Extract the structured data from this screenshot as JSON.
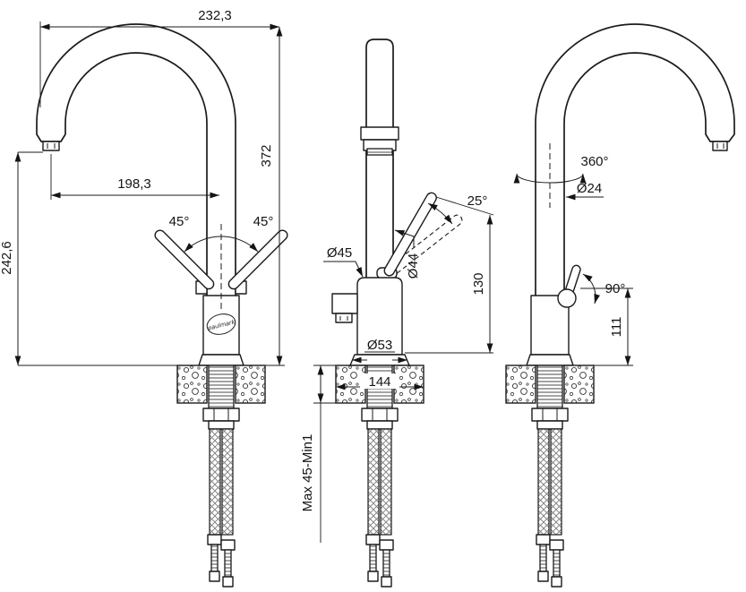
{
  "background": "#ffffff",
  "ink": "#1b1b1b",
  "brand": "paulmark",
  "dims": {
    "overall_depth": "232,3",
    "spout_reach": "198,3",
    "overall_height": "372",
    "spout_outlet_height": "242,6",
    "left_handle_angle": "45°",
    "right_handle_angle": "45°",
    "body_diameter": "Ø45",
    "column_diameter": "Ø44",
    "lever_tilt": "25°",
    "lever_length": "130",
    "base_diameter": "Ø53",
    "base_width": "144",
    "mounting_thickness": "Max 45-Min1",
    "swivel_range": "360°",
    "spout_diameter": "Ø24",
    "handle_turn": "90°",
    "handle_height": "111"
  }
}
